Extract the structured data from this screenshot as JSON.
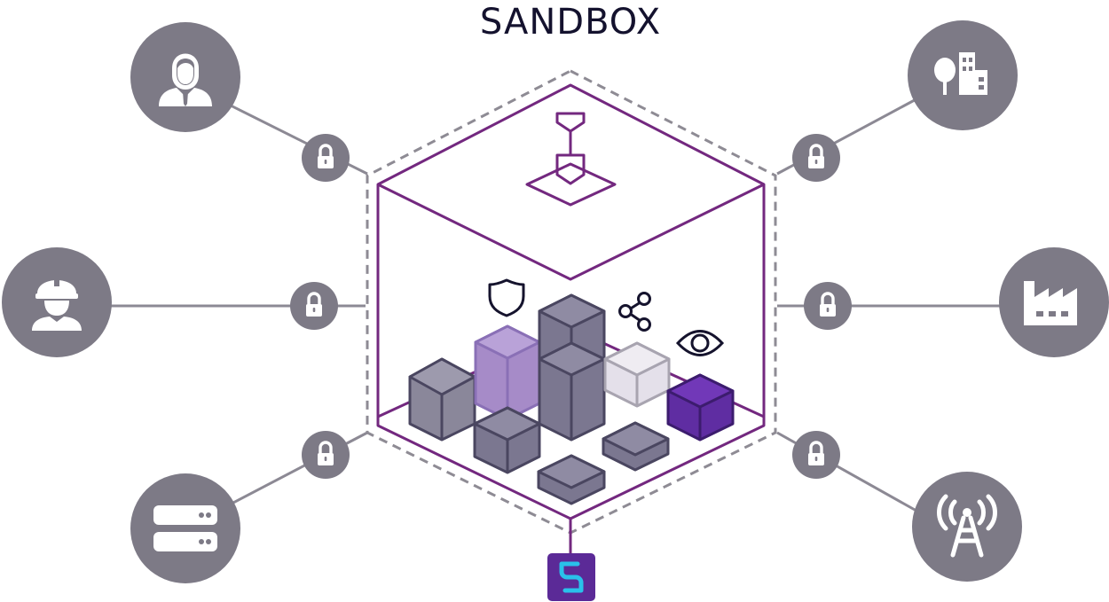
{
  "title": "SANDBOX",
  "colors": {
    "node_gray": "#7d7a86",
    "line_gray": "#8c8994",
    "dashed_gray": "#8e8b94",
    "sandbox_purple": "#73287f",
    "dark_navy": "#15132d",
    "bar_gray": "#7b7790",
    "bar_lilac": "#a58bc9",
    "bar_ghost": "#e6e2ec",
    "bar_violet": "#5c2aa0",
    "logo_bg": "#5b2a97",
    "logo_fg": "#29c1ea"
  },
  "nodes": [
    {
      "id": "business-user",
      "icon": "businesswoman-icon"
    },
    {
      "id": "construction-worker",
      "icon": "construction-worker-icon"
    },
    {
      "id": "server",
      "icon": "server-icon"
    },
    {
      "id": "city",
      "icon": "city-icon"
    },
    {
      "id": "factory",
      "icon": "factory-icon"
    },
    {
      "id": "antenna",
      "icon": "radio-tower-icon"
    }
  ],
  "locks": [
    "lock-icon",
    "lock-icon",
    "lock-icon",
    "lock-icon",
    "lock-icon",
    "lock-icon"
  ],
  "inner_icons": [
    "shovel-icon",
    "shield-icon",
    "share-icon",
    "eye-icon"
  ],
  "logo": "brand-logo-icon"
}
